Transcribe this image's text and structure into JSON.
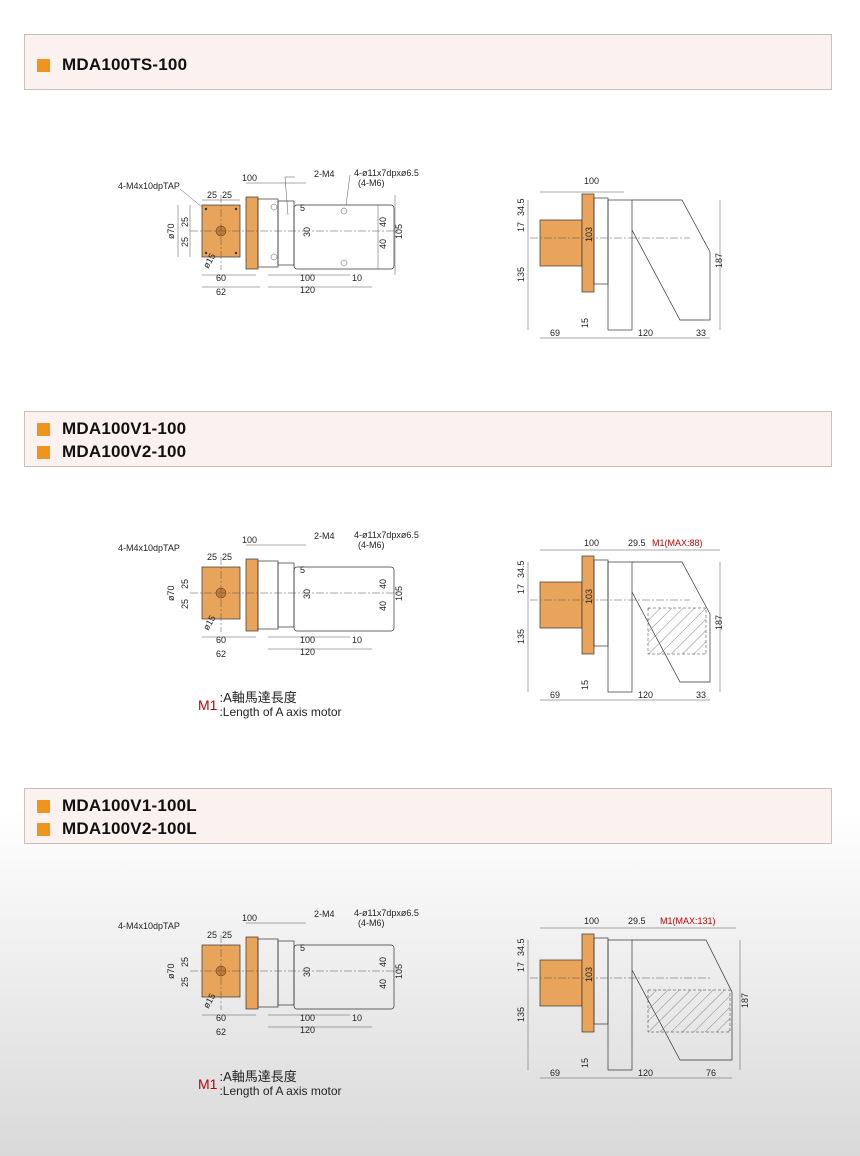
{
  "sections": [
    {
      "titles": [
        "MDA100TS-100"
      ]
    },
    {
      "titles": [
        "MDA100V1-100",
        "MDA100V2-100"
      ]
    },
    {
      "titles": [
        "MDA100V1-100L",
        "MDA100V2-100L"
      ]
    }
  ],
  "front_dims": {
    "tap": "4-M4x10dpTAP",
    "d100": "100",
    "m4": "2-M4",
    "hole": "4-ø11x7dpxø6.5",
    "hole2": "(4-M6)",
    "d25a": "25",
    "d25b": "25",
    "d5": "5",
    "d30": "30",
    "d40a": "40",
    "d40b": "40",
    "d105": "105",
    "d70": "ø70",
    "d25c": "25",
    "d25d": "25",
    "d15": "ø15",
    "d60": "60",
    "d62": "62",
    "d100b": "100",
    "d10": "10",
    "d120": "120"
  },
  "side_dims": {
    "d100": "100",
    "d17": "17",
    "d345": "34.5",
    "d103": "103",
    "d135": "135",
    "d187": "187",
    "d15": "15",
    "d69": "69",
    "d120": "120",
    "d33": "33",
    "d76": "76",
    "d295": "29.5"
  },
  "m1_labels": {
    "v": "M1(MAX:88)",
    "l": "M1(MAX:131)"
  },
  "note": {
    "m1": "M1",
    "line1": ":A軸馬達長度",
    "line2": ":Length of A axis motor"
  },
  "colors": {
    "accent": "#f0951b",
    "part": "#e8a45a",
    "header_bg": "#fbf2ef",
    "m1_red": "#c00000"
  }
}
